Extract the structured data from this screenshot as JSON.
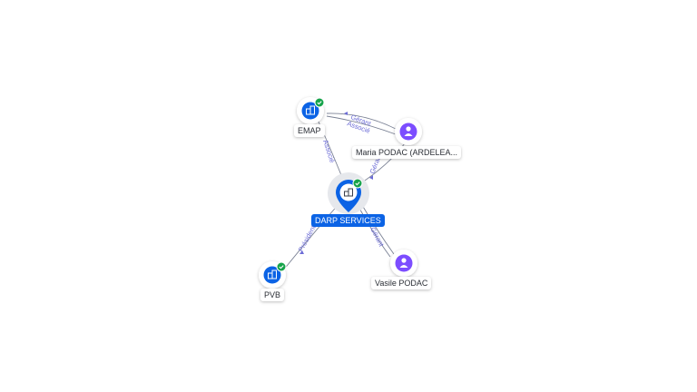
{
  "nodes": {
    "center": {
      "label": "DARP SERVICES",
      "kind": "company",
      "verified": true
    },
    "emap": {
      "label": "EMAP",
      "kind": "company",
      "verified": true
    },
    "pvb": {
      "label": "PVB",
      "kind": "company",
      "verified": true
    },
    "maria": {
      "label": "Maria PODAC (ARDELEA...",
      "kind": "person"
    },
    "vasile": {
      "label": "Vasile PODAC",
      "kind": "person"
    }
  },
  "edges": {
    "maria_emap": [
      "Gérant",
      "Associé"
    ],
    "emap_center": "Associé",
    "maria_center": "Gérant",
    "center_pvb": "Président",
    "center_vasile": "Gérant"
  },
  "colors": {
    "company": "#0b63e5",
    "person": "#7c4dff",
    "verified": "#16a34a",
    "edge_label": "#6b6bd6",
    "edge": "#7a8194"
  },
  "icons": {
    "company": "building-icon",
    "person": "person-icon",
    "verified": "check-badge-icon"
  }
}
